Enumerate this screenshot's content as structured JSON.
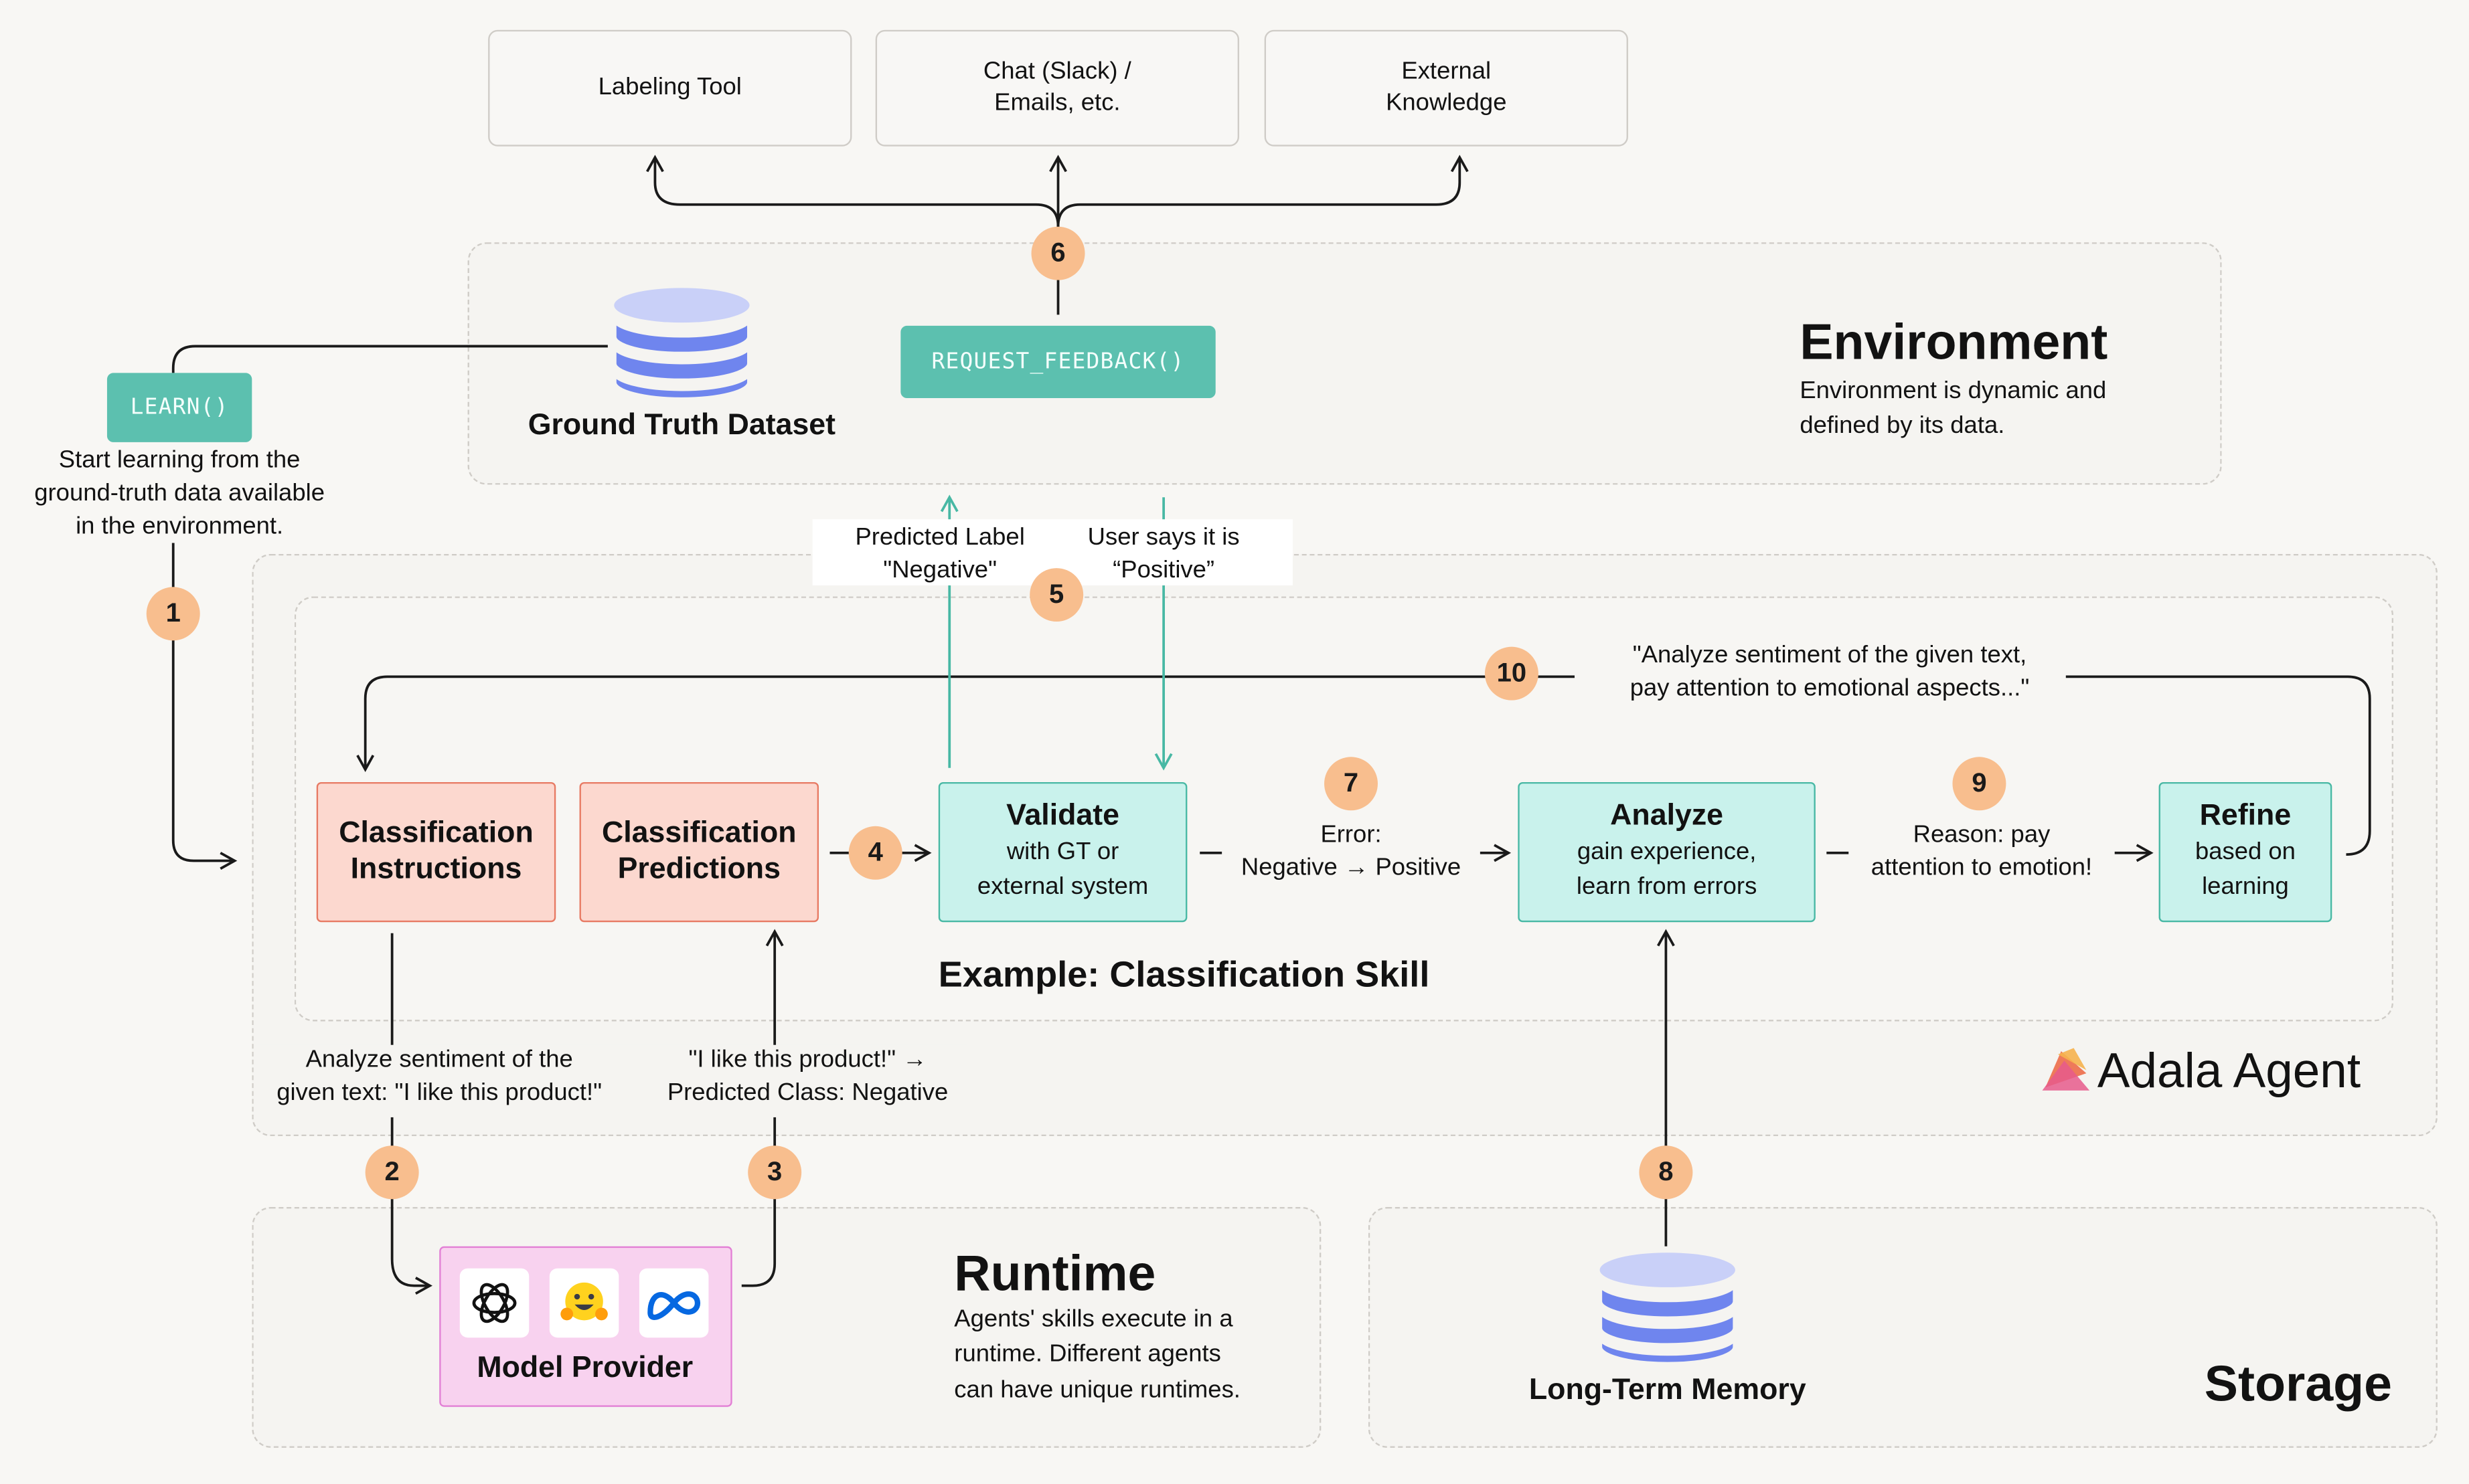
{
  "top_boxes": [
    "Labeling Tool",
    "Chat (Slack) /\nEmails, etc.",
    "External\nKnowledge"
  ],
  "environment": {
    "title": "Environment",
    "description": "Environment is dynamic and\ndefined by its data.",
    "dataset_label": "Ground Truth Dataset",
    "request_feedback": "REQUEST_FEEDBACK()"
  },
  "learn": {
    "code": "LEARN()",
    "caption": "Start learning from the\nground-truth data available\nin the environment."
  },
  "feedback_labels": {
    "predicted": "Predicted Label\n\"Negative\"",
    "user_says": "User says it is\n“Positive”"
  },
  "loop": {
    "instruction_text": "\"Analyze sentiment of the given text,\npay attention to emotional aspects...\""
  },
  "skill": {
    "instructions": "Classification\nInstructions",
    "predictions": "Classification\nPredictions",
    "validate_title": "Validate",
    "validate_sub": "with GT or\nexternal system",
    "error_label": "Error:\nNegative → Positive",
    "analyze_title": "Analyze",
    "analyze_sub": "gain experience,\nlearn from errors",
    "reason_label": "Reason: pay\nattention to emotion!",
    "refine_title": "Refine",
    "refine_sub": "based on\nlearning",
    "caption": "Example: Classification Skill"
  },
  "agent": {
    "name": "Adala Agent"
  },
  "runtime_labels": {
    "prompt": "Analyze sentiment of the\ngiven text: \"I like this product!\"",
    "prediction": "\"I like this product!\" →\nPredicted Class: Negative"
  },
  "runtime": {
    "title": "Runtime",
    "description": "Agents' skills execute in a\nruntime. Different agents\ncan have unique runtimes.",
    "model_provider": "Model Provider",
    "providers": [
      "openai-icon",
      "huggingface-icon",
      "meta-icon"
    ]
  },
  "storage": {
    "title": "Storage",
    "memory_label": "Long-Term Memory"
  },
  "badges": [
    "1",
    "2",
    "3",
    "4",
    "5",
    "6",
    "7",
    "8",
    "9",
    "10"
  ],
  "colors": {
    "badge": "#F8BE8E",
    "teal": "#5CC0AF",
    "pink_fill": "#FCD8CF",
    "pink_border": "#E77A63",
    "teal_fill": "#C9F2EC",
    "model_fill": "#F8D2EF",
    "model_border": "#E27FD5",
    "database": "#6F85EE"
  }
}
